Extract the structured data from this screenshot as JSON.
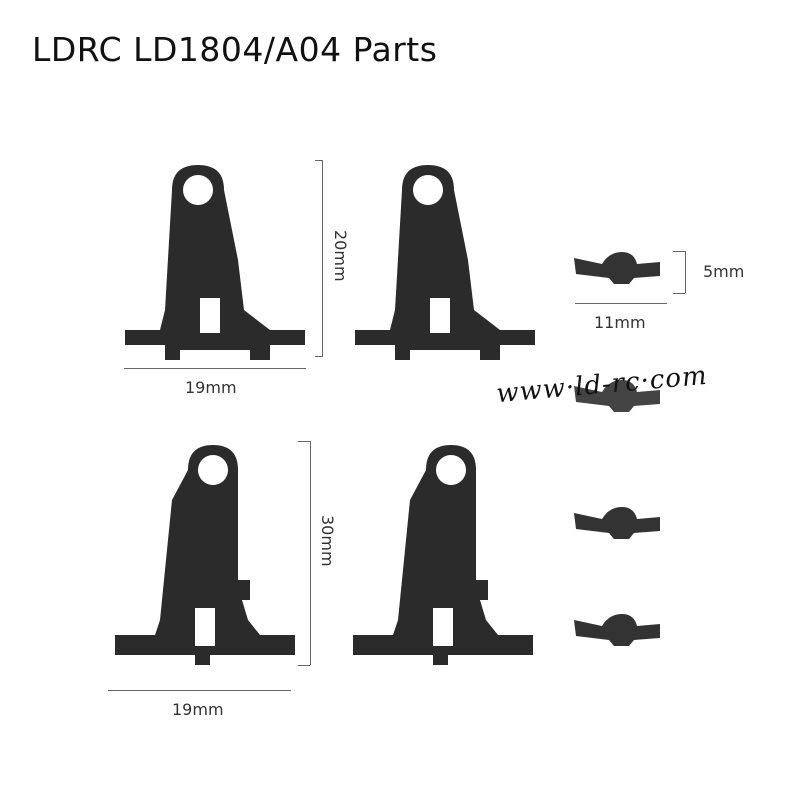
{
  "title": "LDRC LD1804/A04 Parts",
  "watermark": "www·ld-rc·com",
  "parts": {
    "small_bracket_1": {
      "label": "small-servo-bracket"
    },
    "small_bracket_2": {
      "label": "small-servo-bracket"
    },
    "large_bracket_1": {
      "label": "large-servo-bracket"
    },
    "large_bracket_2": {
      "label": "large-servo-bracket"
    },
    "wing_nut_1": {
      "label": "wing-nut"
    },
    "wing_nut_2": {
      "label": "wing-nut"
    },
    "wing_nut_3": {
      "label": "wing-nut"
    },
    "wing_nut_4": {
      "label": "wing-nut"
    }
  },
  "dimensions": {
    "small_height": "20mm",
    "small_width": "19mm",
    "large_height": "30mm",
    "large_width": "19mm",
    "nut_height": "5mm",
    "nut_width": "11mm"
  },
  "colors": {
    "part": "#2b2b2b",
    "dim_line": "#666666",
    "background": "#ffffff"
  }
}
